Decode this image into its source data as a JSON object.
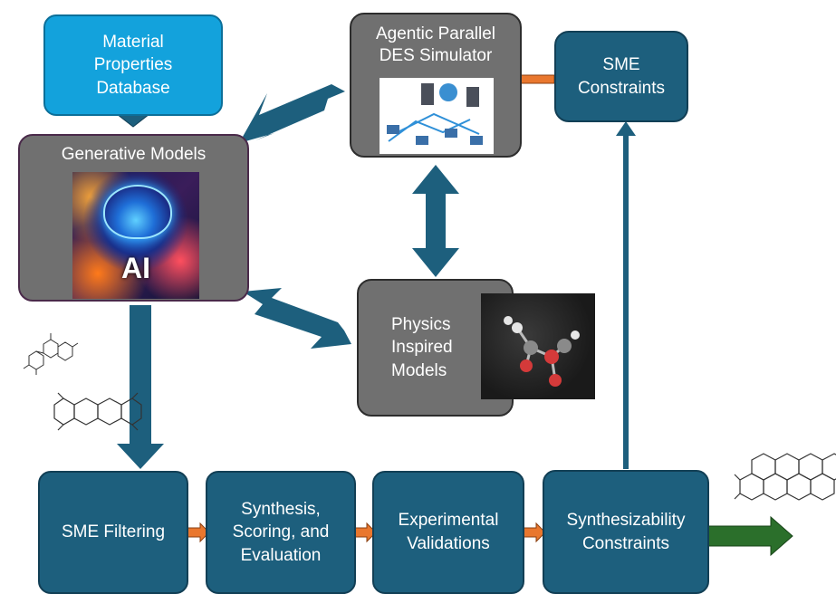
{
  "nodes": {
    "material_db": {
      "lines": [
        "Material",
        "Properties",
        "Database"
      ]
    },
    "generative_models": {
      "title": "Generative Models",
      "image_label": "AI"
    },
    "des_simulator": {
      "lines": [
        "Agentic Parallel",
        "DES Simulator"
      ]
    },
    "sme_constraints": {
      "lines": [
        "SME",
        "Constraints"
      ]
    },
    "physics_models": {
      "lines": [
        "Physics",
        "Inspired",
        "Models"
      ]
    },
    "sme_filtering": {
      "lines": [
        "SME Filtering"
      ]
    },
    "synthesis": {
      "lines": [
        "Synthesis,",
        "Scoring, and",
        "Evaluation"
      ]
    },
    "experimental": {
      "lines": [
        "Experimental",
        "Validations"
      ]
    },
    "synthesizability": {
      "lines": [
        "Synthesizability",
        "Constraints"
      ]
    }
  },
  "colors": {
    "teal": "#1d5f7d",
    "teal_border": "#123f55",
    "gray": "#707070",
    "light_blue": "#13a2dc",
    "orange": "#e9772e",
    "green": "#2b6f2b"
  }
}
